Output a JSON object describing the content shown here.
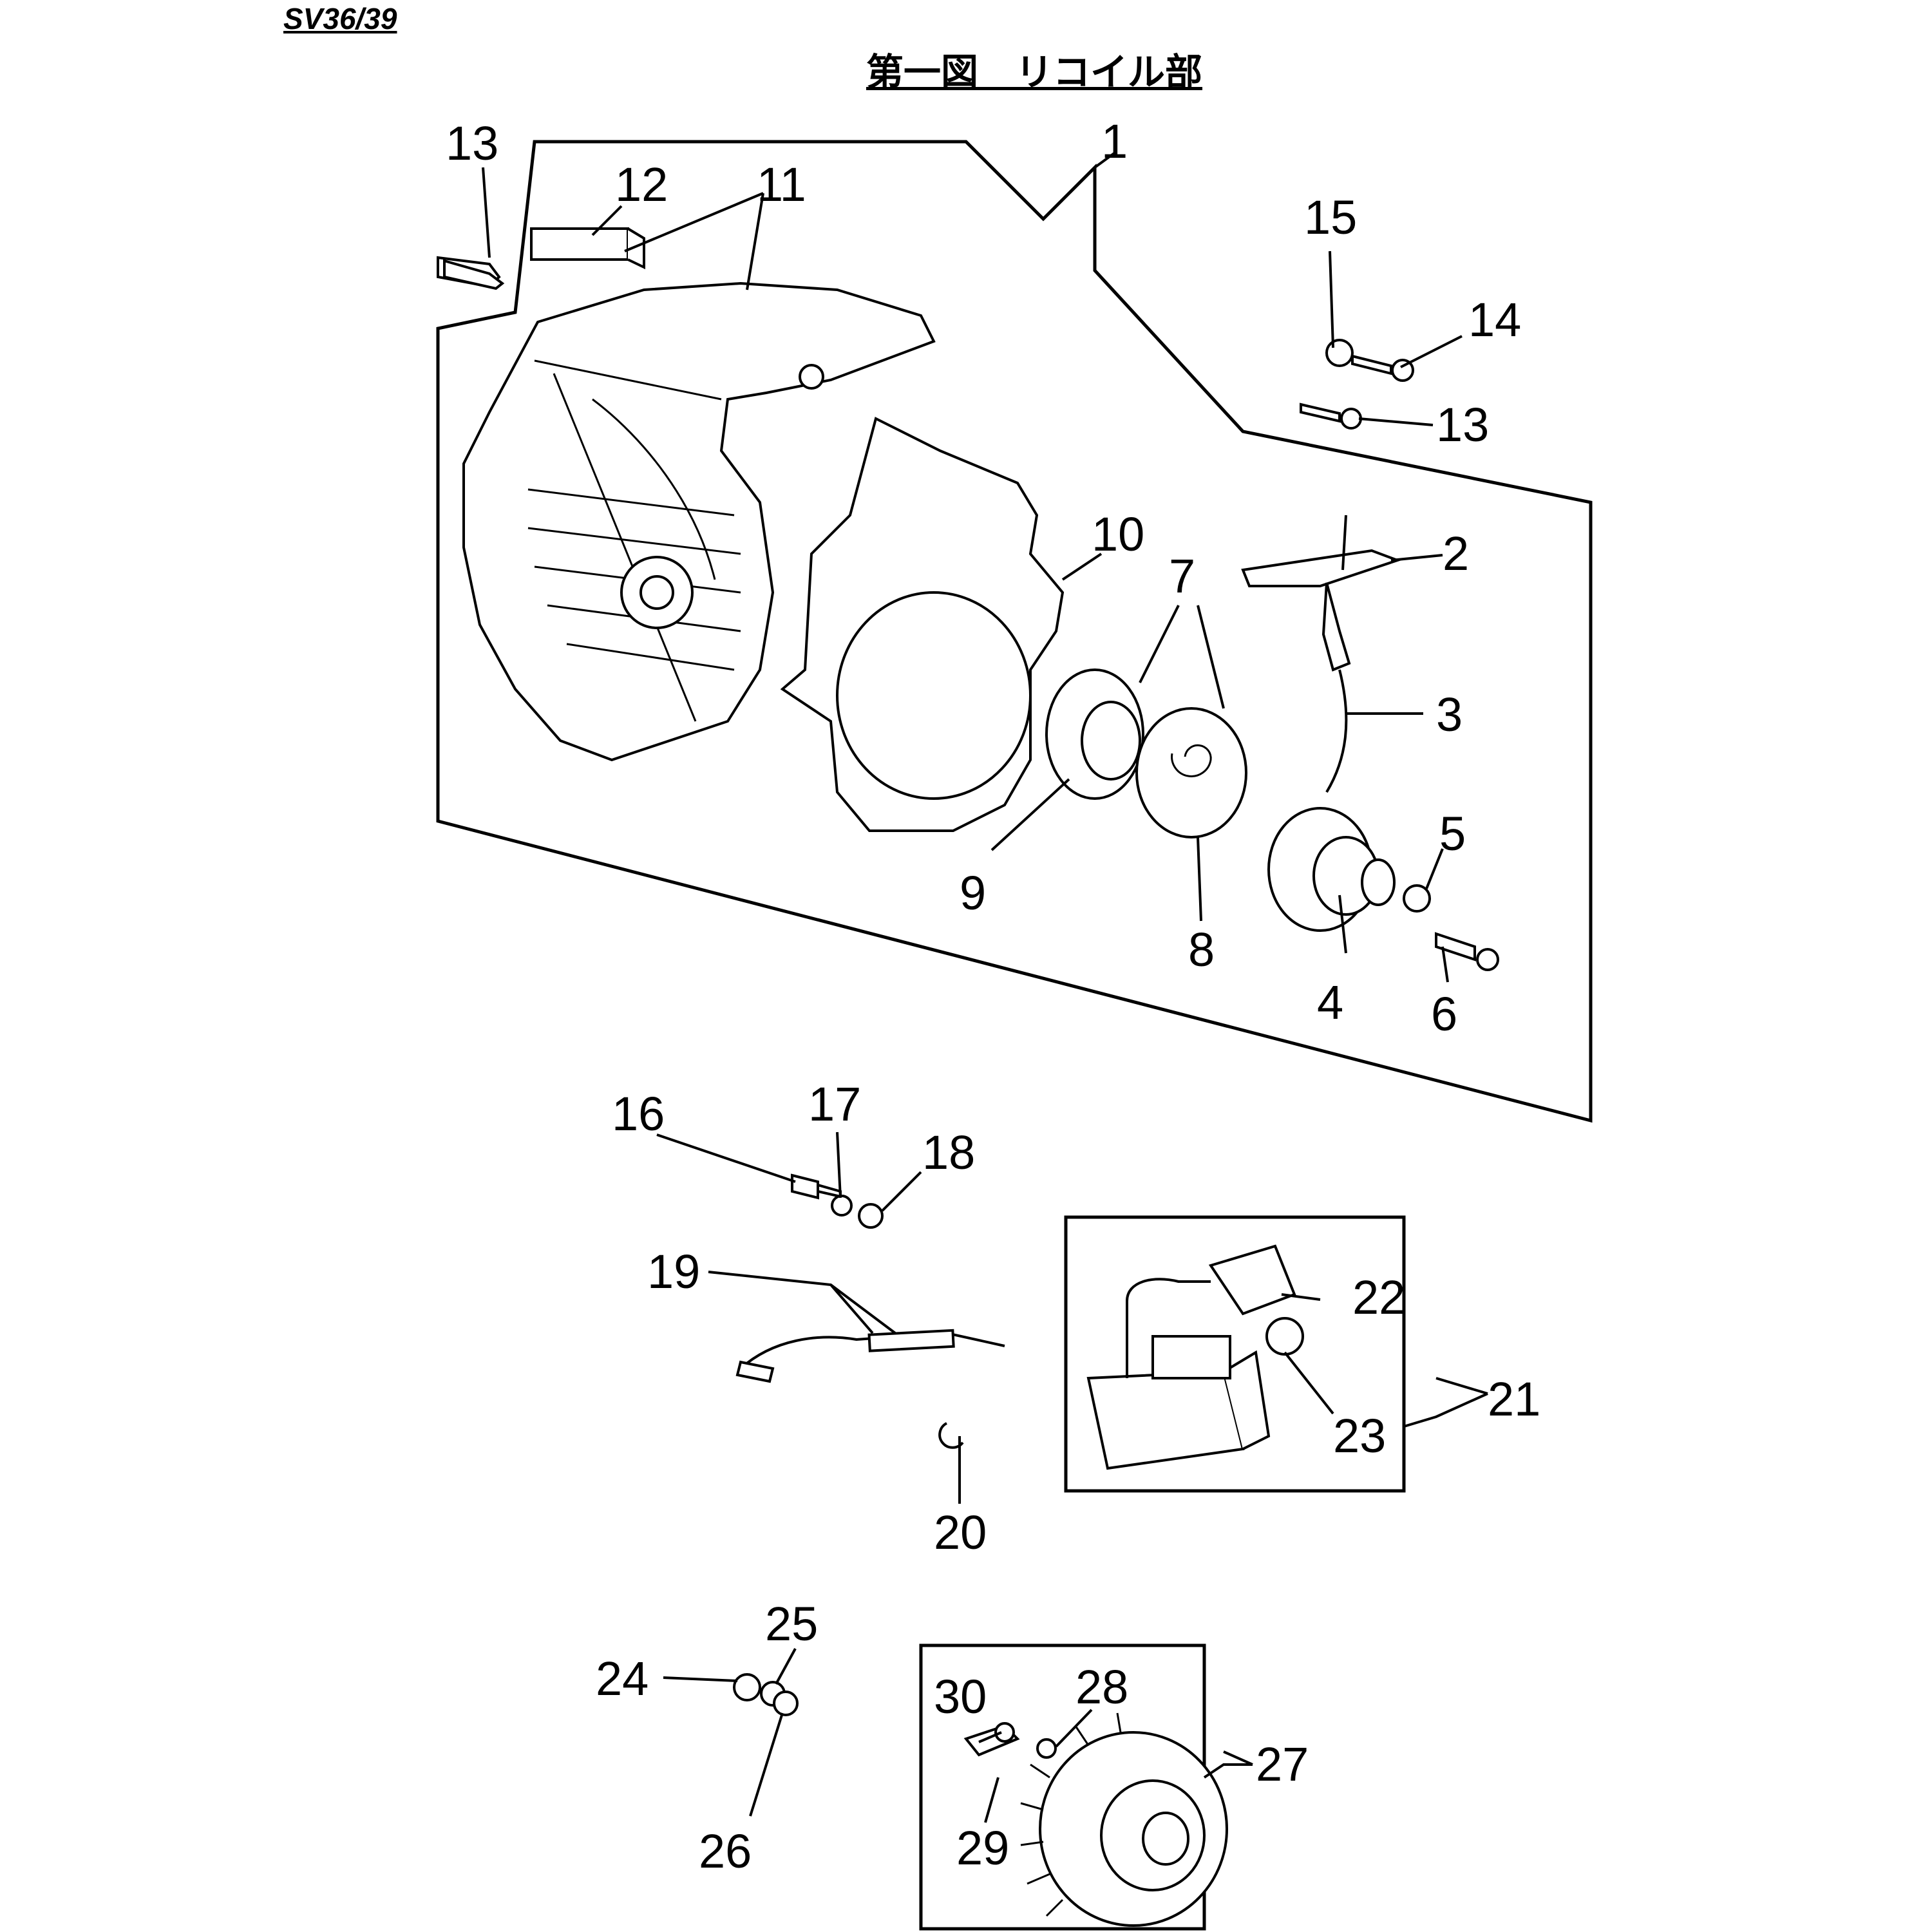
{
  "header": {
    "model": "SV36/39",
    "title": "第一図　リコイル部"
  },
  "callouts": [
    "1",
    "2",
    "3",
    "4",
    "5",
    "6",
    "7",
    "8",
    "9",
    "10",
    "11",
    "12",
    "13",
    "13",
    "14",
    "15",
    "16",
    "17",
    "18",
    "19",
    "20",
    "21",
    "22",
    "23",
    "24",
    "25",
    "26",
    "27",
    "28",
    "29",
    "30"
  ]
}
